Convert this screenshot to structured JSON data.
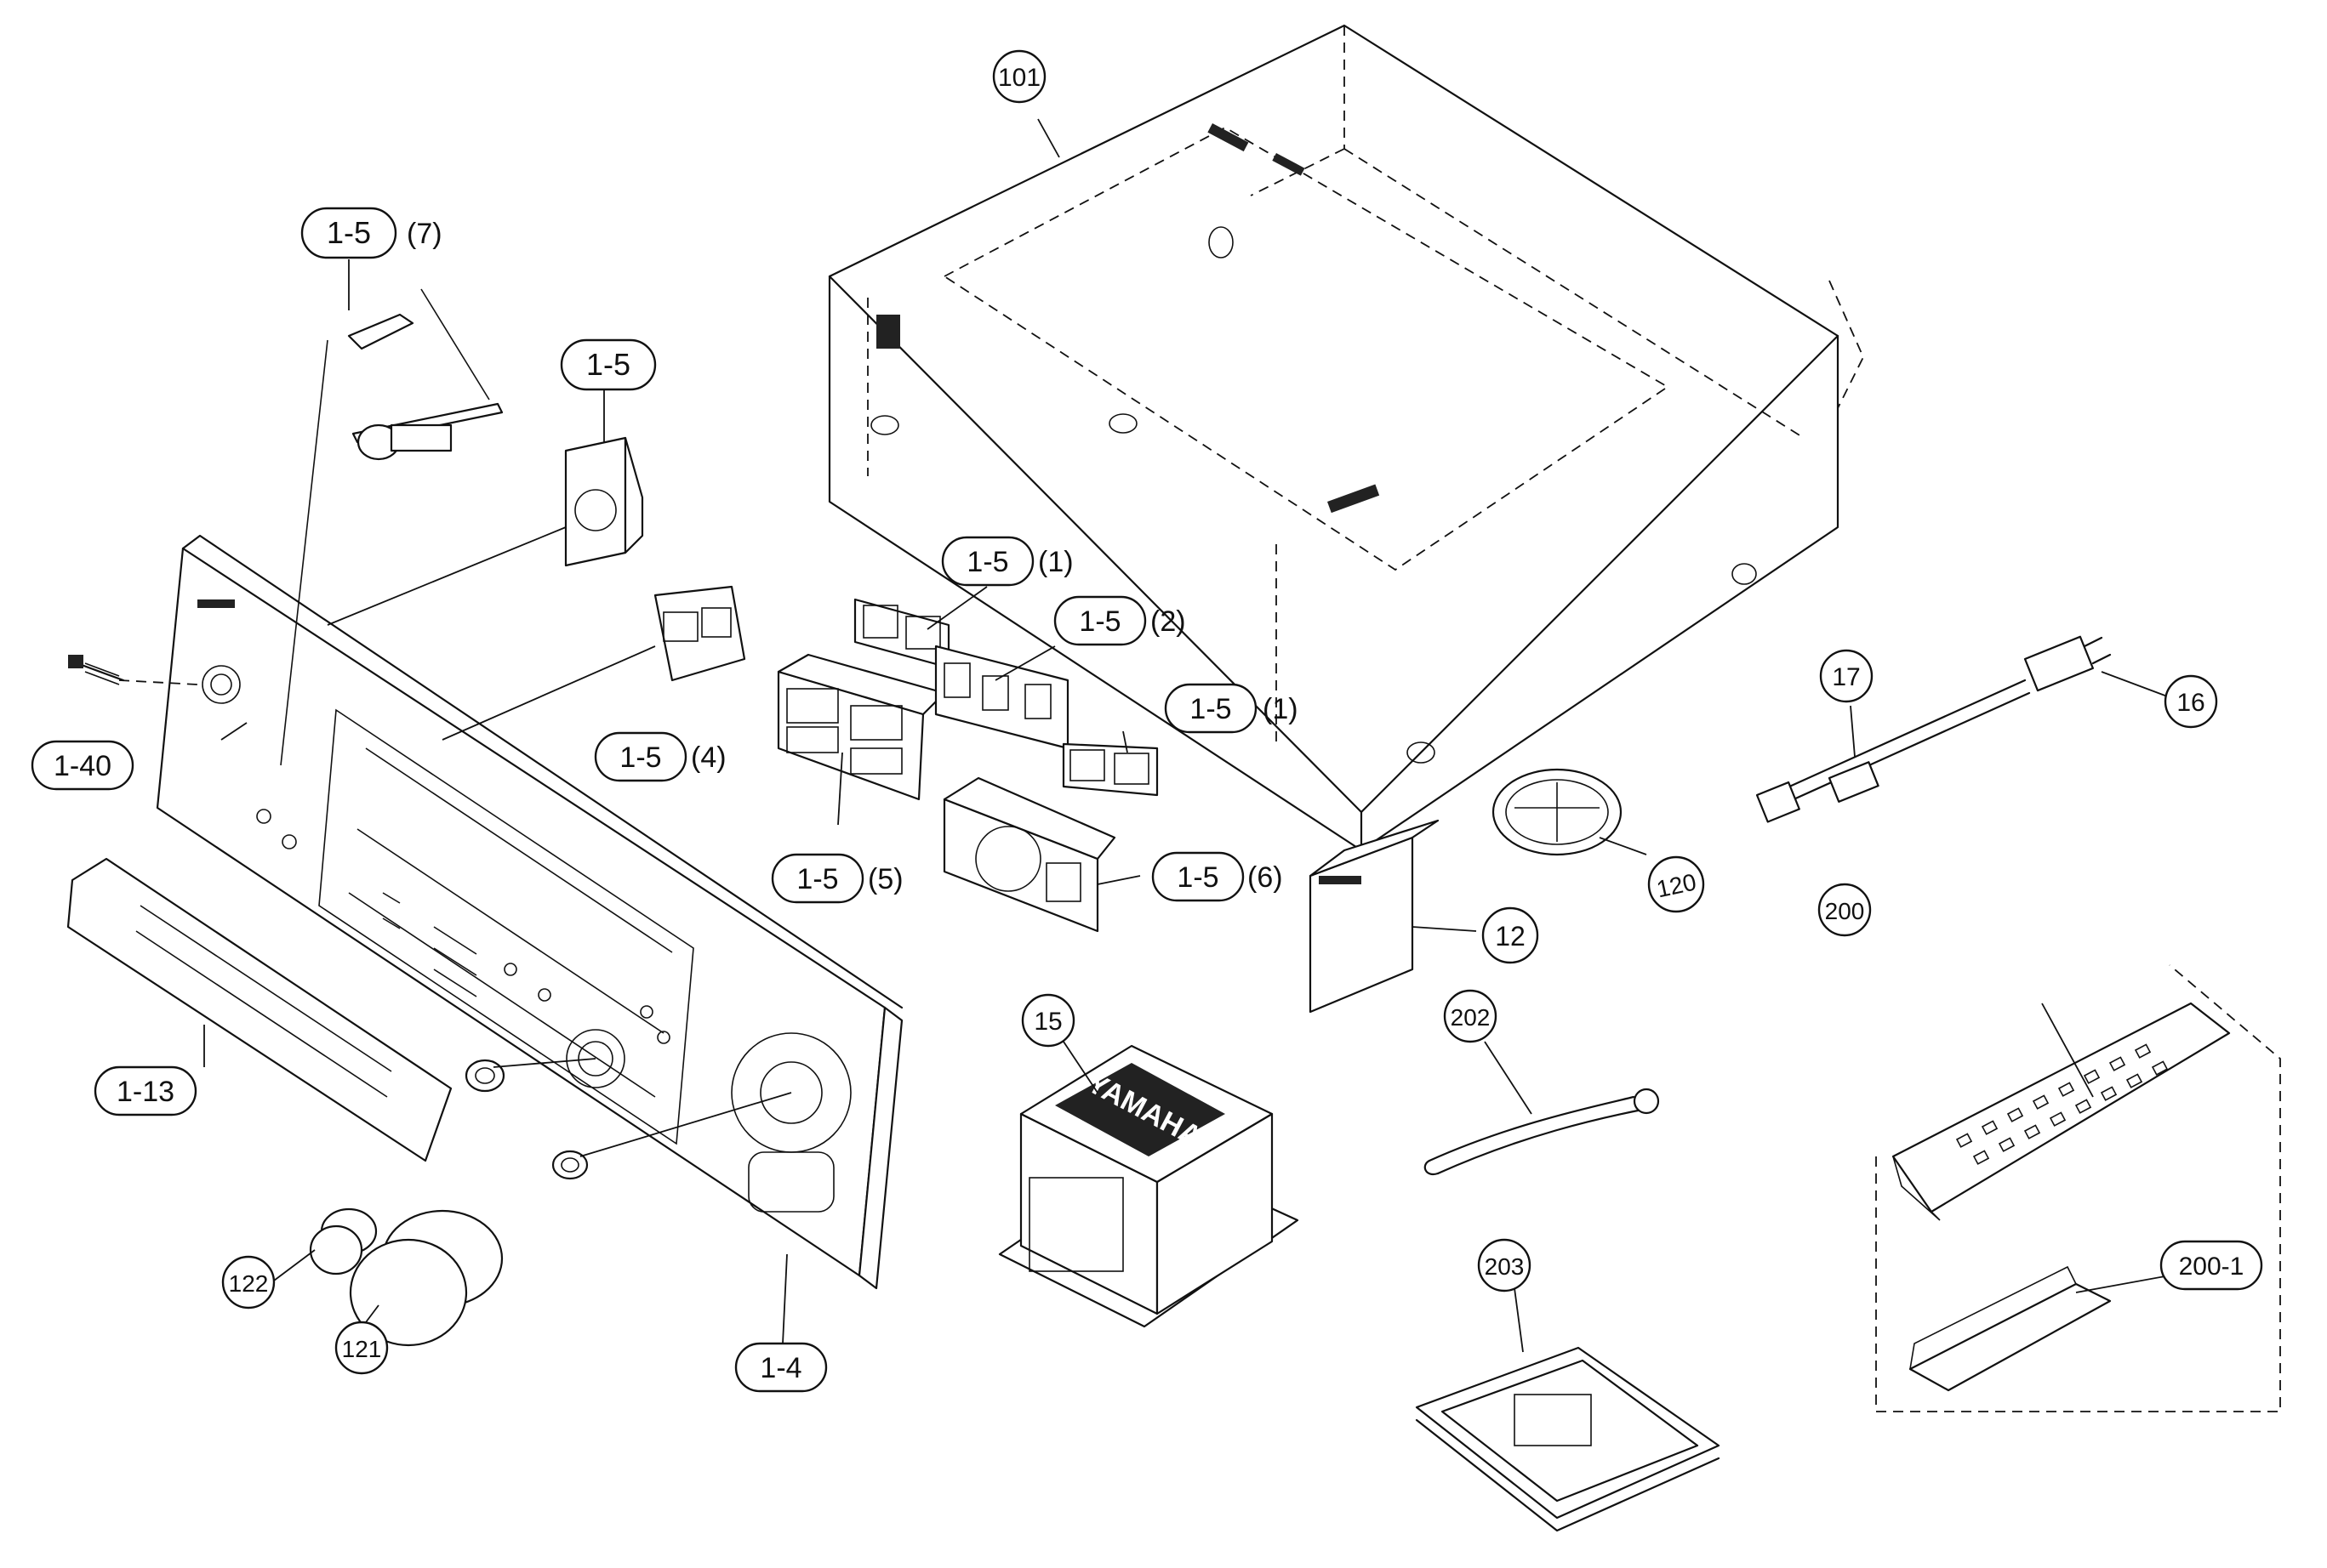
{
  "diagram": {
    "transformer_brand": "YAMAHA",
    "callouts": [
      {
        "id": "c-101",
        "label": "101",
        "suffix": "",
        "shape": "circle"
      },
      {
        "id": "c-15-7",
        "label": "1-5",
        "suffix": "(7)",
        "shape": "pill"
      },
      {
        "id": "c-15",
        "label": "1-5",
        "suffix": "",
        "shape": "pill"
      },
      {
        "id": "c-15-1a",
        "label": "1-5",
        "suffix": "(1)",
        "shape": "pill"
      },
      {
        "id": "c-15-2",
        "label": "1-5",
        "suffix": "(2)",
        "shape": "pill"
      },
      {
        "id": "c-15-1b",
        "label": "1-5",
        "suffix": "(1)",
        "shape": "pill"
      },
      {
        "id": "c-15-4",
        "label": "1-5",
        "suffix": "(4)",
        "shape": "pill"
      },
      {
        "id": "c-15-5",
        "label": "1-5",
        "suffix": "(5)",
        "shape": "pill"
      },
      {
        "id": "c-15-6",
        "label": "1-5",
        "suffix": "(6)",
        "shape": "pill"
      },
      {
        "id": "c-140",
        "label": "1-40",
        "suffix": "",
        "shape": "pill"
      },
      {
        "id": "c-113",
        "label": "1-13",
        "suffix": "",
        "shape": "pill"
      },
      {
        "id": "c-14",
        "label": "1-4",
        "suffix": "",
        "shape": "pill"
      },
      {
        "id": "c-122",
        "label": "122",
        "suffix": "",
        "shape": "circle"
      },
      {
        "id": "c-121",
        "label": "121",
        "suffix": "",
        "shape": "circle"
      },
      {
        "id": "c-15b",
        "label": "15",
        "suffix": "",
        "shape": "circle"
      },
      {
        "id": "c-12",
        "label": "12",
        "suffix": "",
        "shape": "circle"
      },
      {
        "id": "c-120",
        "label": "120",
        "suffix": "",
        "shape": "circle"
      },
      {
        "id": "c-202",
        "label": "202",
        "suffix": "",
        "shape": "circle"
      },
      {
        "id": "c-203",
        "label": "203",
        "suffix": "",
        "shape": "circle"
      },
      {
        "id": "c-17",
        "label": "17",
        "suffix": "",
        "shape": "circle"
      },
      {
        "id": "c-16",
        "label": "16",
        "suffix": "",
        "shape": "circle"
      },
      {
        "id": "c-200",
        "label": "200",
        "suffix": "",
        "shape": "circle"
      },
      {
        "id": "c-2001",
        "label": "200-1",
        "suffix": "",
        "shape": "pill"
      }
    ]
  }
}
